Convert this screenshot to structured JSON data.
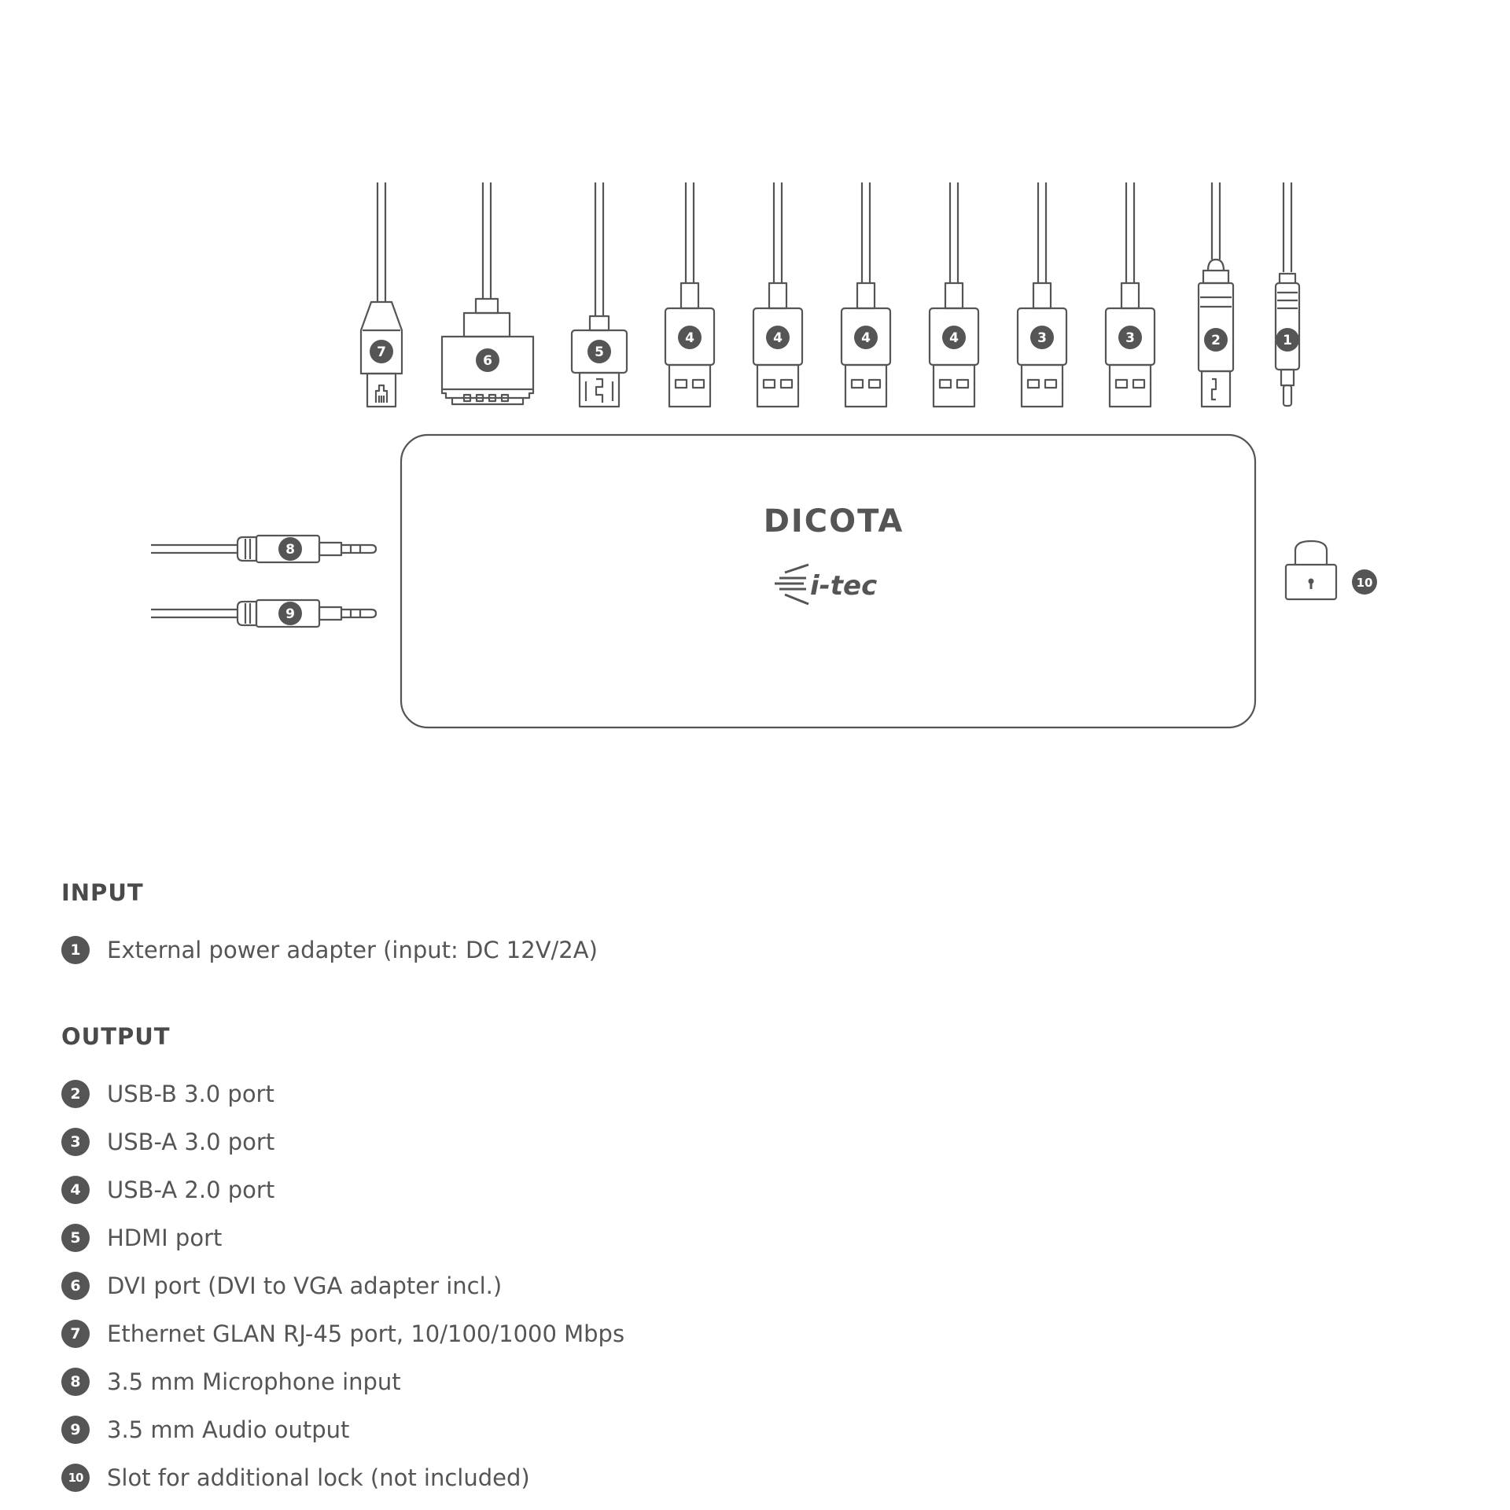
{
  "diagram": {
    "brand_logo": "DICOTA",
    "partner_logo": "i-tec",
    "top_connectors": [
      {
        "number": "7",
        "icon": "rj45-plug-icon"
      },
      {
        "number": "6",
        "icon": "dvi-plug-icon"
      },
      {
        "number": "5",
        "icon": "hdmi-plug-icon"
      },
      {
        "number": "4",
        "icon": "usb-a-plug-icon"
      },
      {
        "number": "4",
        "icon": "usb-a-plug-icon"
      },
      {
        "number": "4",
        "icon": "usb-a-plug-icon"
      },
      {
        "number": "4",
        "icon": "usb-a-plug-icon"
      },
      {
        "number": "3",
        "icon": "usb-a-plug-icon"
      },
      {
        "number": "3",
        "icon": "usb-a-plug-icon"
      },
      {
        "number": "2",
        "icon": "usb-b-plug-icon"
      },
      {
        "number": "1",
        "icon": "dc-power-plug-icon"
      }
    ],
    "side_connectors": [
      {
        "number": "8",
        "icon": "audio-jack-icon"
      },
      {
        "number": "9",
        "icon": "audio-jack-icon"
      }
    ],
    "lock": {
      "number": "10",
      "icon": "padlock-icon"
    }
  },
  "legend": {
    "input_title": "INPUT",
    "input_items": [
      {
        "number": "1",
        "text": "External power adapter (input: DC 12V/2A)"
      }
    ],
    "output_title": "OUTPUT",
    "output_items": [
      {
        "number": "2",
        "text": "USB-B 3.0 port"
      },
      {
        "number": "3",
        "text": "USB-A 3.0 port"
      },
      {
        "number": "4",
        "text": "USB-A 2.0 port"
      },
      {
        "number": "5",
        "text": "HDMI port"
      },
      {
        "number": "6",
        "text": "DVI port (DVI to VGA adapter incl.)"
      },
      {
        "number": "7",
        "text": "Ethernet GLAN RJ-45 port, 10/100/1000 Mbps"
      },
      {
        "number": "8",
        "text": "3.5 mm Microphone input"
      },
      {
        "number": "9",
        "text": "3.5 mm Audio output"
      },
      {
        "number": "10",
        "text": "Slot for additional lock (not included)"
      }
    ]
  },
  "colors": {
    "line": "#555555",
    "badge": "#555555",
    "text": "#555555"
  }
}
